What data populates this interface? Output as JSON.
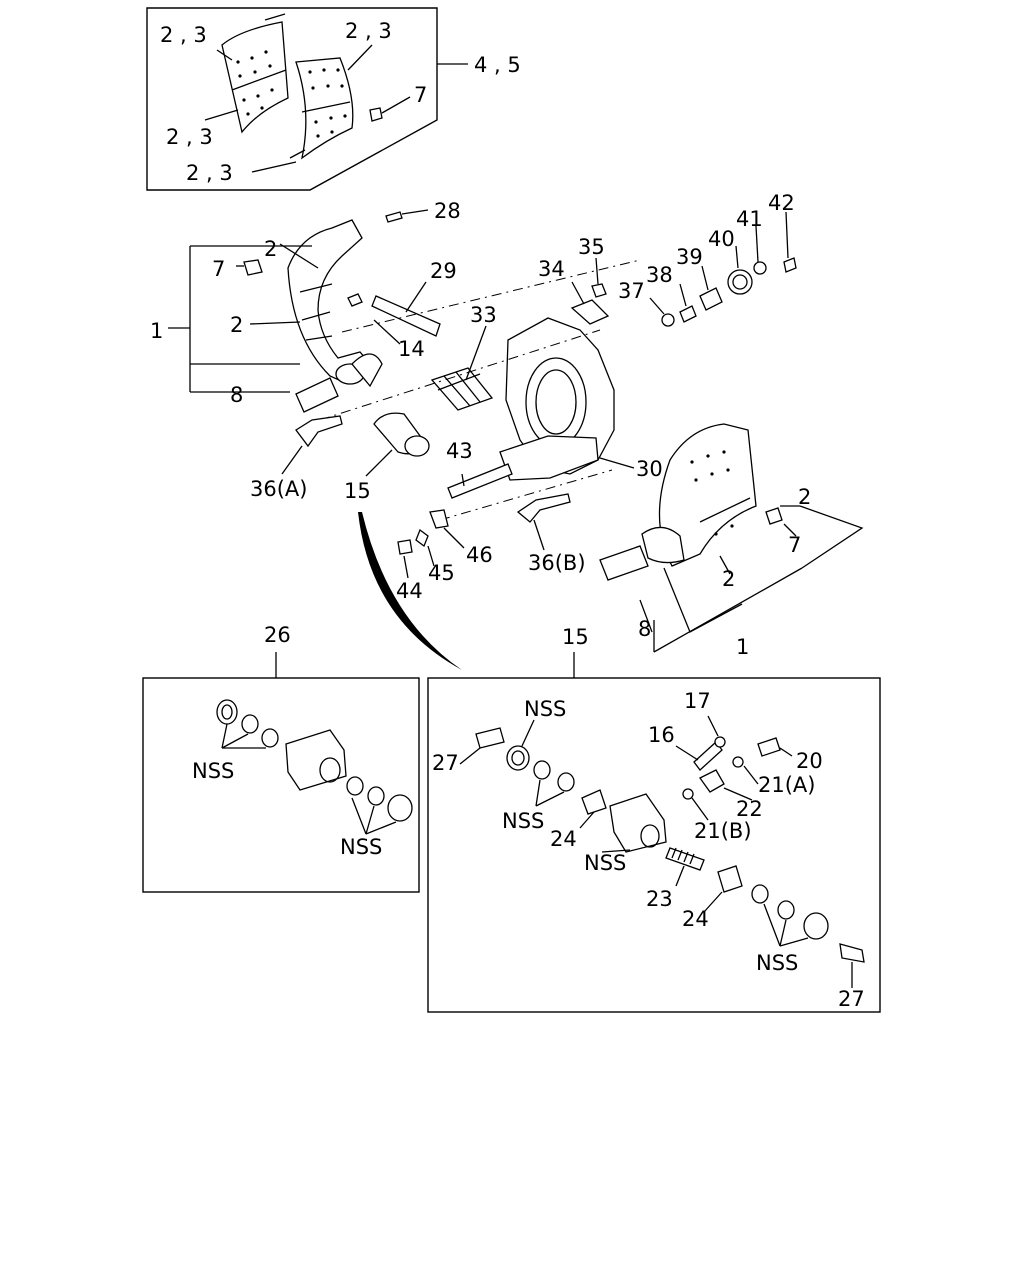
{
  "inset_top": {
    "labels": [
      "2 , 3",
      "2 , 3",
      "2 , 3",
      "2 , 3",
      "4 , 5",
      "7"
    ]
  },
  "main": {
    "labels": {
      "l28": "28",
      "l2a": "2",
      "l7a": "7",
      "l29": "29",
      "l1a": "1",
      "l2b": "2",
      "l14": "14",
      "l33": "33",
      "l8a": "8",
      "l34": "34",
      "l35": "35",
      "l37": "37",
      "l38": "38",
      "l39": "39",
      "l40": "40",
      "l41": "41",
      "l42": "42",
      "l36a": "36(A)",
      "l15a": "15",
      "l43": "43",
      "l30": "30",
      "l2c": "2",
      "l7b": "7",
      "l36b": "36(B)",
      "l46": "46",
      "l45": "45",
      "l44": "44",
      "l2d": "2",
      "l8b": "8",
      "l1b": "1"
    }
  },
  "inset_26": {
    "title": "26",
    "labels": [
      "NSS",
      "NSS"
    ]
  },
  "inset_15": {
    "title": "15",
    "labels": {
      "nss1": "NSS",
      "l27a": "27",
      "l17": "17",
      "l16": "16",
      "l20": "20",
      "l21a": "21(A)",
      "nss2": "NSS",
      "l22": "22",
      "l24a": "24",
      "l21b": "21(B)",
      "nss3": "NSS",
      "l23": "23",
      "l24b": "24",
      "nss4": "NSS",
      "l27b": "27"
    }
  },
  "colors": {
    "ink": "#000000",
    "paper": "#ffffff"
  }
}
